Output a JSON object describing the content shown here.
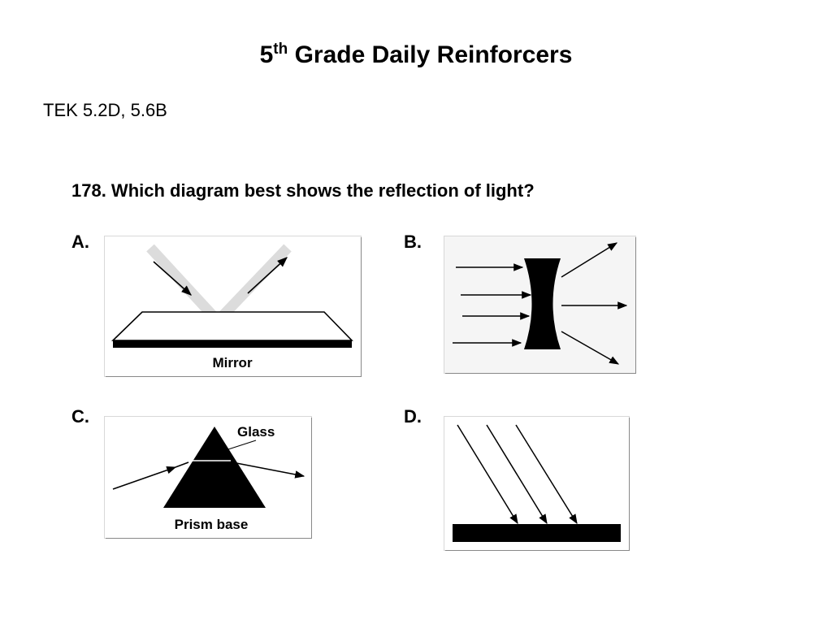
{
  "header": {
    "title_number": "5",
    "title_superscript": "th",
    "title_rest": " Grade Daily Reinforcers",
    "tek": "TEK 5.2D, 5.6B"
  },
  "question": {
    "text": "178. Which diagram best shows the reflection of light?"
  },
  "options": {
    "a": {
      "letter": "A.",
      "caption": "Mirror"
    },
    "b": {
      "letter": "B."
    },
    "c": {
      "letter": "C.",
      "caption_glass": "Glass",
      "caption_base": "Prism base"
    },
    "d": {
      "letter": "D."
    }
  }
}
